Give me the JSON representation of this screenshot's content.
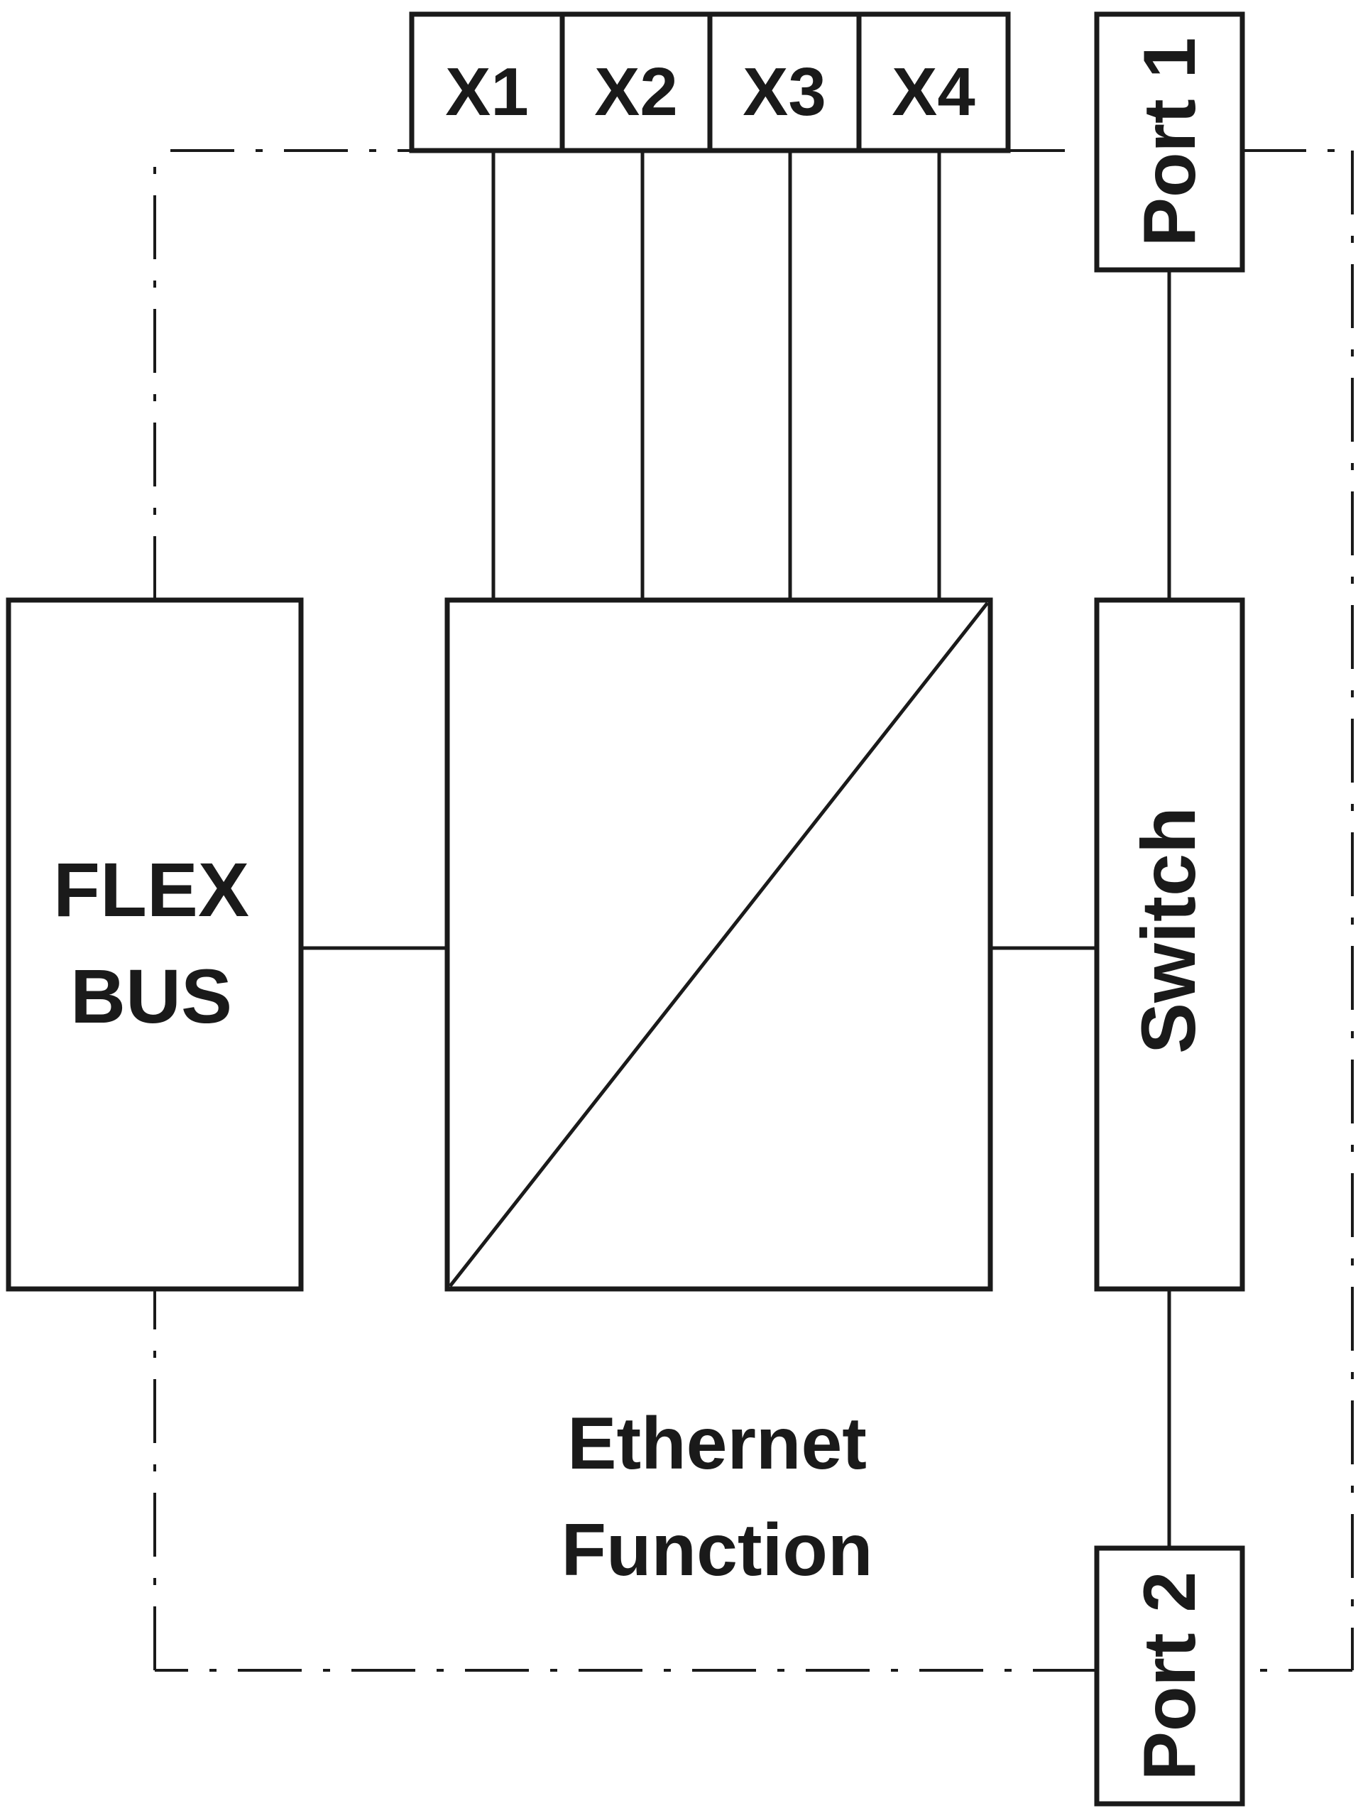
{
  "terminals": [
    "X1",
    "X2",
    "X3",
    "X4"
  ],
  "ports": {
    "port1": "Port 1",
    "port2": "Port 2"
  },
  "blocks": {
    "flexbus_line1": "FLEX",
    "flexbus_line2": "BUS",
    "switch": "Switch"
  },
  "function_label": {
    "line1": "Ethernet",
    "line2": "Function"
  }
}
